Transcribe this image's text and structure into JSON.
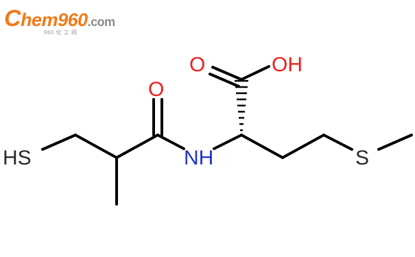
{
  "watermark": {
    "brand_c": "C",
    "brand_rest": "hem960",
    "brand_tld": ".com",
    "subtitle": "960 化 工 网"
  },
  "molecule": {
    "atom_labels": {
      "thiol": "HS",
      "amide_oxygen": "O",
      "amine": "NH",
      "acid_oxygen": "O",
      "hydroxyl": "OH",
      "thioether": "S"
    },
    "colors": {
      "oxygen": "#ee1c1c",
      "nitrogen": "#2233cc",
      "sulfur": "#2a2a2a",
      "bond": "#000000",
      "logo": "#f07a1a"
    }
  }
}
